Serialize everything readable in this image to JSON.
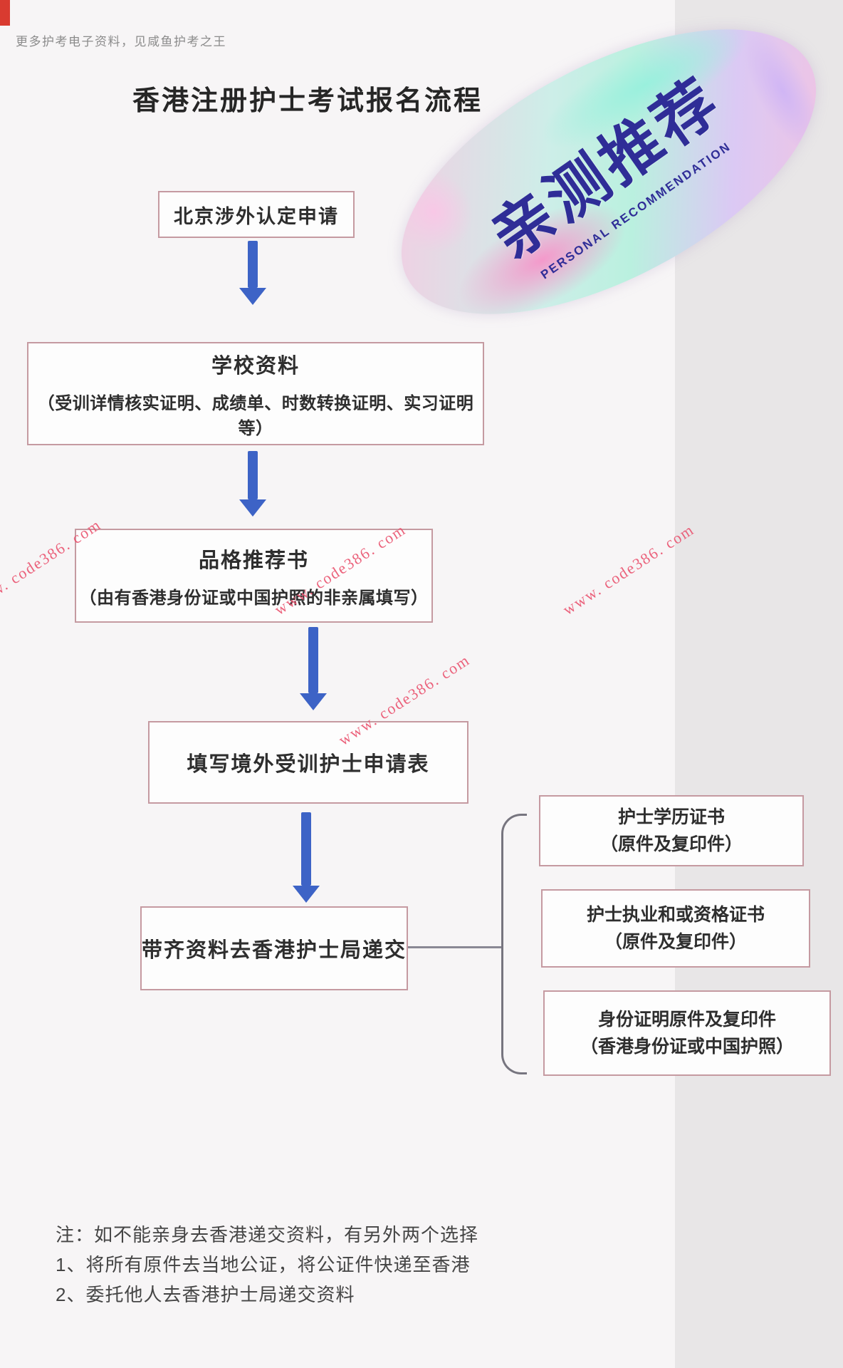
{
  "page": {
    "header_note": "更多护考电子资料，见咸鱼护考之王",
    "title": "香港注册护士考试报名流程"
  },
  "badge": {
    "cn": "亲测推荐",
    "en": "PERSONAL RECOMMENDATION"
  },
  "flow": {
    "box1": {
      "title": "北京涉外认定申请"
    },
    "box2": {
      "title": "学校资料",
      "subtitle": "（受训详情核实证明、成绩单、时数转换证明、实习证明等）"
    },
    "box3": {
      "title": "品格推荐书",
      "subtitle": "（由有香港身份证或中国护照的非亲属填写）"
    },
    "box4": {
      "title": "填写境外受训护士申请表"
    },
    "box5": {
      "title": "带齐资料去香港护士局递交"
    }
  },
  "documents": [
    {
      "line1": "护士学历证书",
      "line2": "（原件及复印件）"
    },
    {
      "line1": "护士执业和或资格证书",
      "line2": "（原件及复印件）"
    },
    {
      "line1": "身份证明原件及复印件",
      "line2": "（香港身份证或中国护照）"
    }
  ],
  "notes": {
    "line1": "注：如不能亲身去香港递交资料，有另外两个选择",
    "line2": "1、将所有原件去当地公证，将公证件快递至香港",
    "line3": "2、委托他人去香港护士局递交资料"
  },
  "watermark": {
    "text": "www. code386. com"
  },
  "colors": {
    "arrow_blue": "#3d63c6",
    "box_border": "#c59aa1",
    "watermark_red": "#ea5571",
    "badge_text_navy": "#2f2d97",
    "corner_mark_red": "#d93b30"
  }
}
